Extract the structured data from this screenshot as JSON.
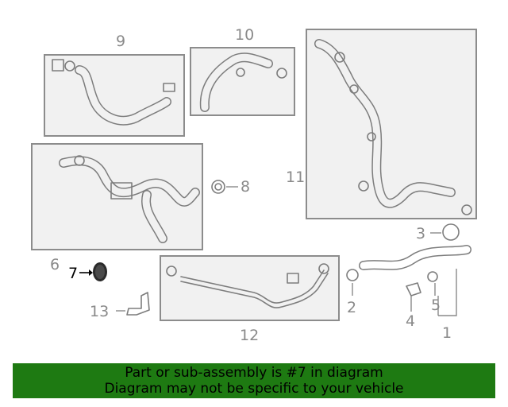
{
  "callouts": {
    "c1": "1",
    "c2": "2",
    "c3": "3",
    "c4": "4",
    "c5": "5",
    "c6": "6",
    "c7": "7",
    "c8": "8",
    "c9": "9",
    "c10": "10",
    "c11": "11",
    "c12": "12",
    "c13": "13"
  },
  "highlight_part": "7",
  "banner": {
    "line1": "Part or sub-assembly is #7 in diagram",
    "line2": "Diagram may not be specific to your vehicle",
    "background_color": "#1e7a12"
  },
  "colors": {
    "line": "#7d7d7d",
    "box_fill": "#f1f1f1",
    "callout_text": "#8a8a8a",
    "highlight_text": "#000000"
  }
}
